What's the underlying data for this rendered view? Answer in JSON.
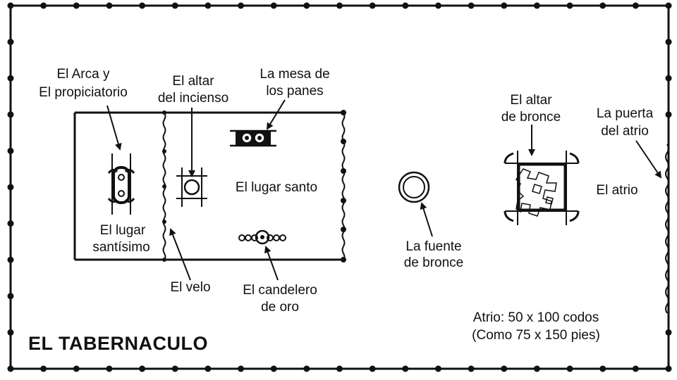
{
  "title": "EL TABERNACULO",
  "labels": {
    "arca_line1": "El Arca y",
    "arca_line2": "El propiciatorio",
    "altar_incienso_line1": "El altar",
    "altar_incienso_line2": "del incienso",
    "mesa_line1": "La mesa de",
    "mesa_line2": "los panes",
    "lugar_santo": "El lugar santo",
    "lugar_santisimo_line1": "El lugar",
    "lugar_santisimo_line2": "santísimo",
    "velo": "El velo",
    "candelero_line1": "El candelero",
    "candelero_line2": "de oro",
    "fuente_line1": "La fuente",
    "fuente_line2": "de bronce",
    "altar_bronce_line1": "El altar",
    "altar_bronce_line2": "de bronce",
    "puerta_line1": "La puerta",
    "puerta_line2": "del atrio",
    "atrio": "El atrio"
  },
  "dimensions": {
    "line1": "Atrio: 50 x 100 codos",
    "line2": "(Como 75 x 150 pies)"
  },
  "colors": {
    "ink": "#111111",
    "background": "#ffffff"
  }
}
